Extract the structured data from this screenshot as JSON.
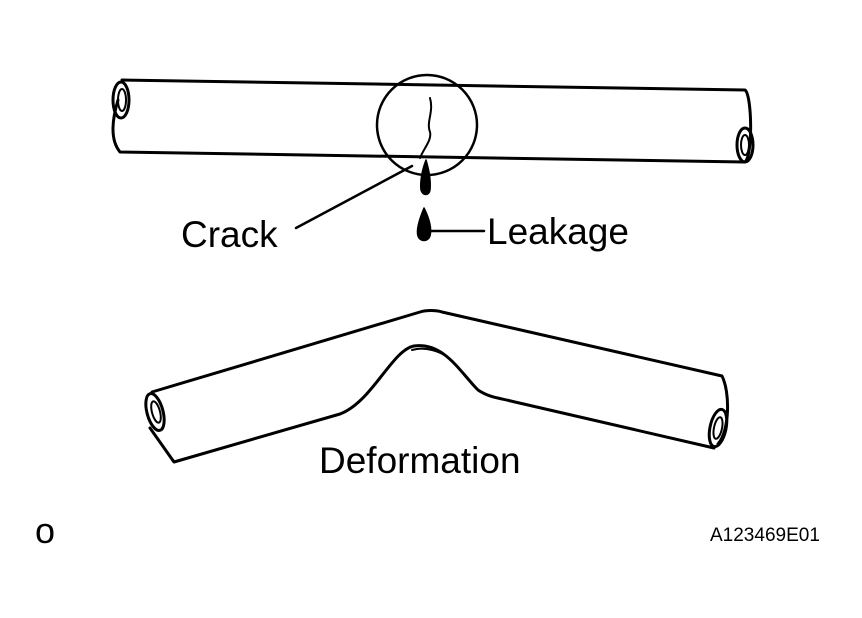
{
  "labels": {
    "crack": "Crack",
    "leakage": "Leakage",
    "deformation": "Deformation"
  },
  "corner_mark": "o",
  "figure_code": "A123469E01",
  "colors": {
    "ink": "#000000",
    "background": "#ffffff"
  }
}
